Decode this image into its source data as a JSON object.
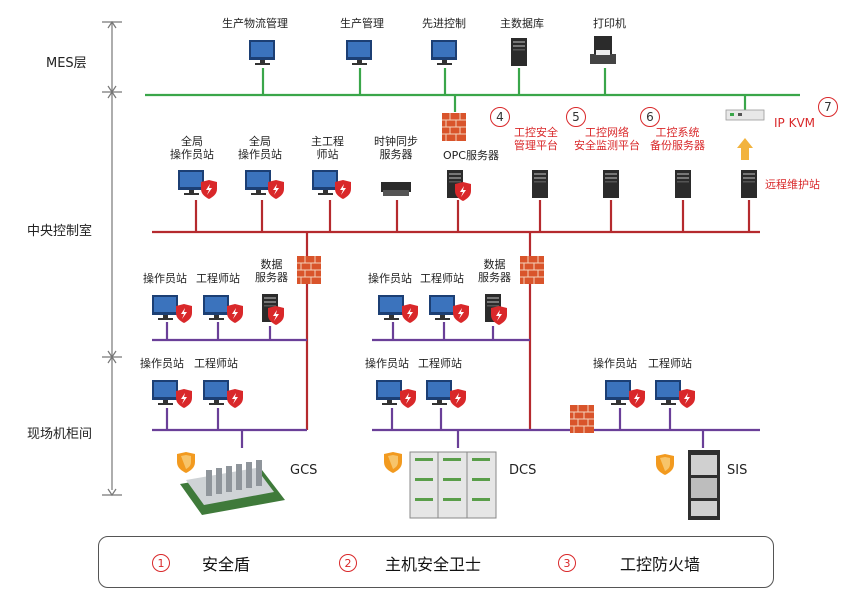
{
  "layers": {
    "mes": "MES层",
    "central": "中央控制室",
    "field": "现场机柜间"
  },
  "mes": {
    "logistics": "生产物流管理",
    "production": "生产管理",
    "advanced_control": "先进控制",
    "database": "主数据库",
    "printer": "打印机"
  },
  "central": {
    "global_op1": "全局\n操作员站",
    "global_op2": "全局\n操作员站",
    "main_eng": "主工程\n师站",
    "time_sync": "时钟同步\n服务器",
    "opc": "OPC服务器",
    "sec_platform": "工控安全\n管理平台",
    "net_monitor": "工控网络\n安全监测平台",
    "backup": "工控系统\n备份服务器",
    "ipkvm": "IP KVM",
    "remote": "远程维护站",
    "num4": "4",
    "num5": "5",
    "num6": "6",
    "num7": "7"
  },
  "ctrl_left": {
    "op": "操作员站",
    "eng": "工程师站",
    "data": "数据\n服务器"
  },
  "ctrl_mid": {
    "op": "操作员站",
    "eng": "工程师站",
    "data": "数据\n服务器"
  },
  "field_left": {
    "op": "操作员站",
    "eng": "工程师站"
  },
  "field_mid": {
    "op": "操作员站",
    "eng": "工程师站"
  },
  "field_right": {
    "op": "操作员站",
    "eng": "工程师站"
  },
  "systems": {
    "gcs": "GCS",
    "dcs": "DCS",
    "sis": "SIS"
  },
  "legend": [
    {
      "num": "1",
      "text": "安全盾"
    },
    {
      "num": "2",
      "text": "主机安全卫士"
    },
    {
      "num": "3",
      "text": "工控防火墙"
    }
  ],
  "colors": {
    "mes_bus": "#3aa64a",
    "central_bus": "#b52a2e",
    "control_bus": "#6a3f98",
    "accent": "#d9282a"
  }
}
